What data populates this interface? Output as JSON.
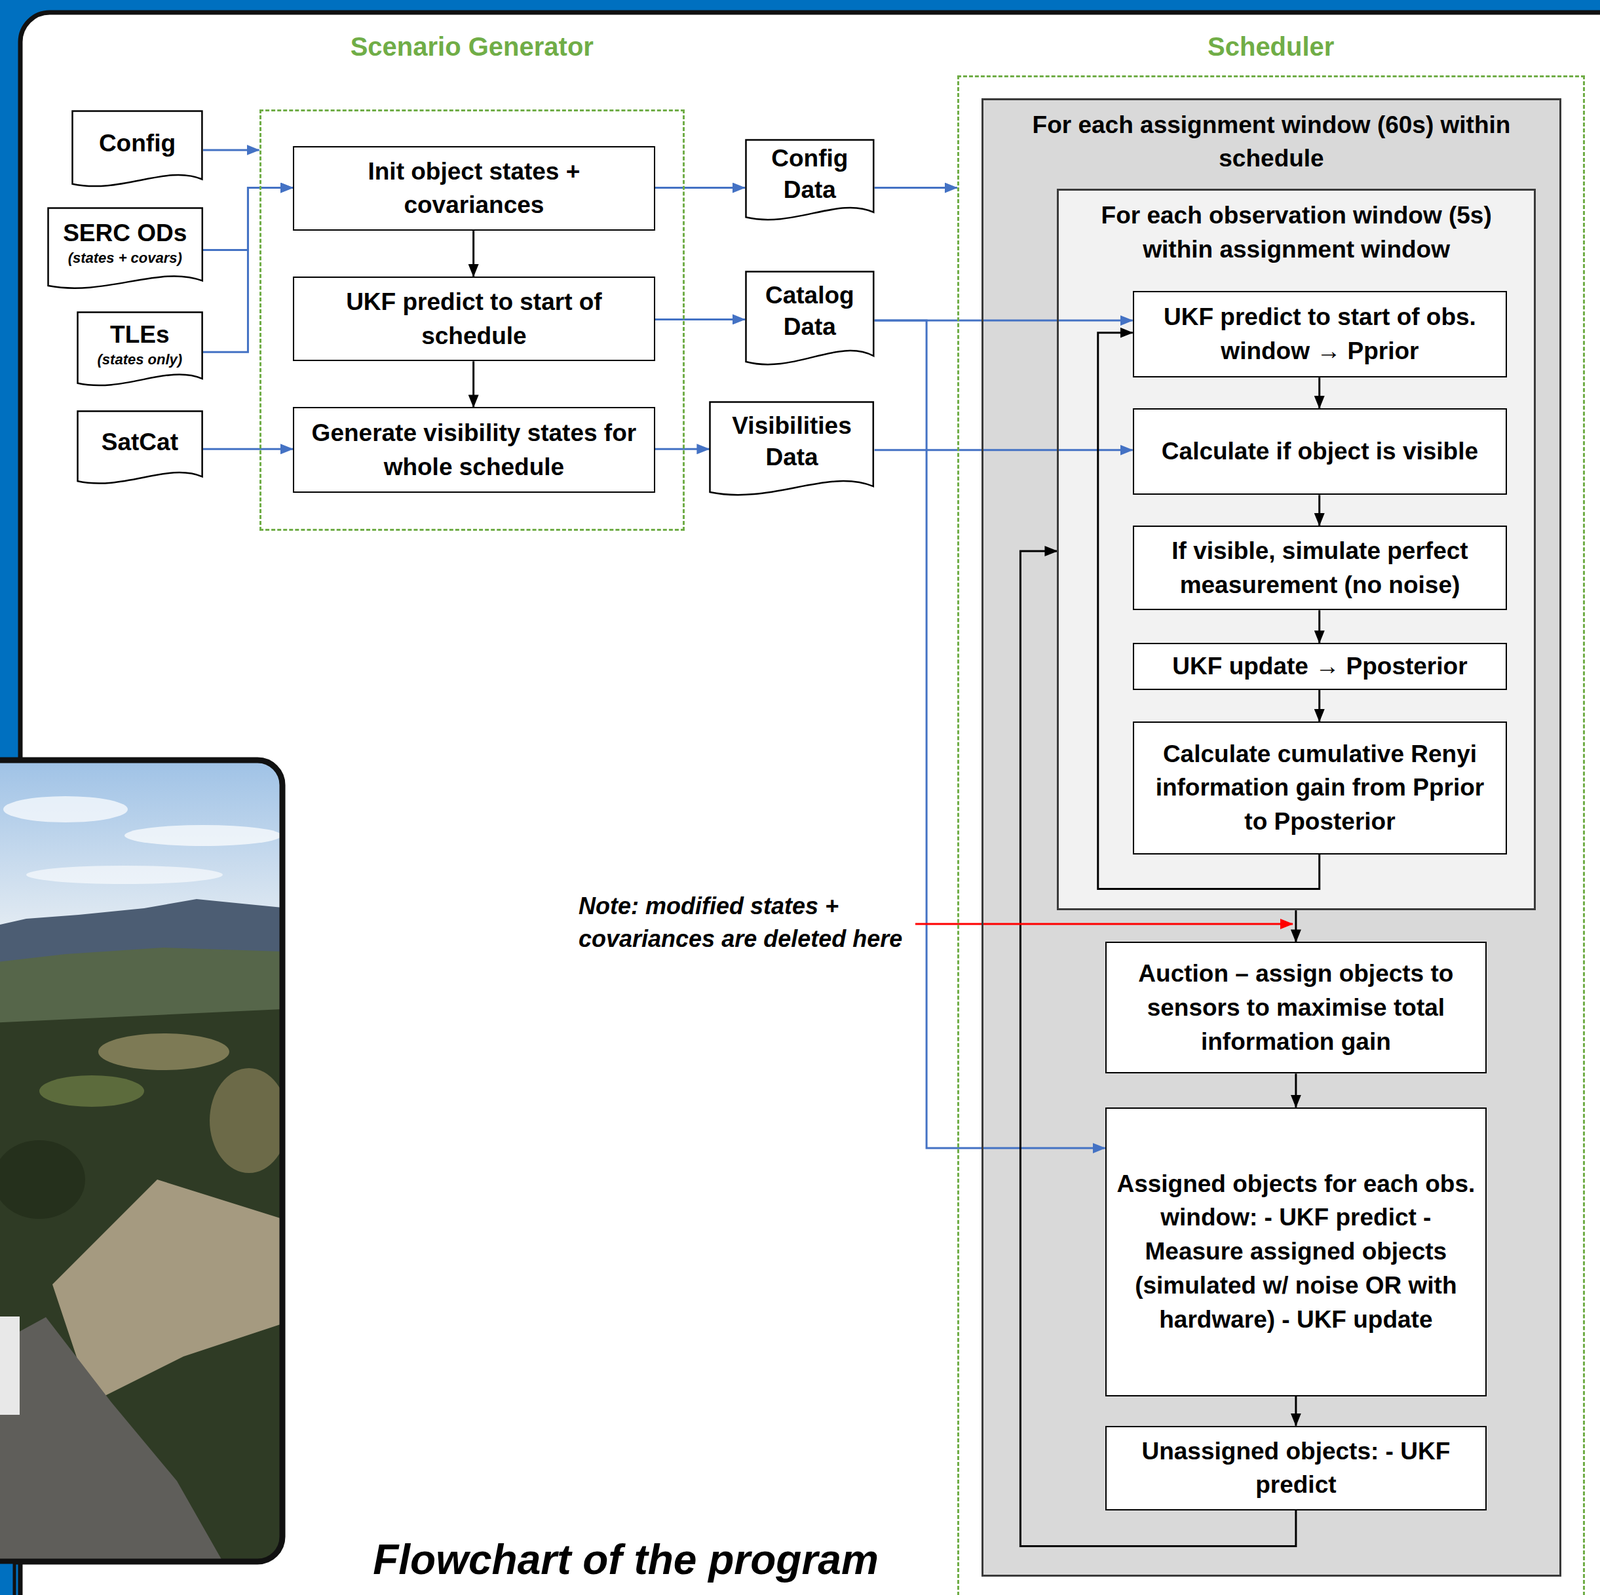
{
  "diagram": {
    "caption": "Flowchart of the program",
    "nodes": [
      {
        "text": [
          "Config"
        ]
      },
      {
        "text": [
          "SERC ODs",
          "(states + covars)"
        ]
      },
      {
        "text": [
          "TLEs",
          "(states only)"
        ]
      },
      {
        "text": [
          "SatCat"
        ]
      },
      {
        "text": [
          "Scenario Generator"
        ]
      },
      {
        "text": [
          "Init object states + covariances"
        ],
        "in": 4
      },
      {
        "text": [
          "UKF predict to start of schedule"
        ],
        "in": 4
      },
      {
        "text": [
          "Generate visibility states for whole schedule"
        ],
        "in": 4
      },
      {
        "text": [
          "Config Data"
        ]
      },
      {
        "text": [
          "Catalog Data"
        ]
      },
      {
        "text": [
          "Visibilities Data"
        ]
      },
      {
        "text": [
          "Scheduler"
        ]
      },
      {
        "text": [
          "For each assignment window (60s) within schedule"
        ],
        "in": 11
      },
      {
        "text": [
          "For each observation window (5s) within assignment window"
        ],
        "in": 12
      },
      {
        "text": [
          "UKF predict to start of obs. window → Pprior"
        ],
        "in": 13
      },
      {
        "text": [
          "Calculate if object is visible"
        ],
        "in": 13
      },
      {
        "text": [
          "If visible, simulate perfect measurement (no noise)"
        ],
        "in": 13
      },
      {
        "text": [
          "UKF update → Pposterior"
        ],
        "in": 13
      },
      {
        "text": [
          "Calculate cumulative Renyi information gain from Pprior to Pposterior"
        ],
        "in": 13
      },
      {
        "text": [
          "Auction – assign objects to sensors to maximise total information gain"
        ],
        "in": 12
      },
      {
        "text": [
          "Assigned objects for each obs. window: - UKF predict - Measure assigned objects (simulated w/ noise OR with hardware) - UKF update"
        ],
        "in": 12
      },
      {
        "text": [
          "Unassigned objects: - UKF predict"
        ],
        "in": 12
      }
    ],
    "edges": [
      {
        "from": 0,
        "to": 4,
        "arrow": "to"
      },
      {
        "from": 1,
        "to": 5,
        "arrow": "to"
      },
      {
        "from": 2,
        "to": 5,
        "arrow": "to"
      },
      {
        "from": 3,
        "to": 7,
        "arrow": "to"
      },
      {
        "from": 5,
        "to": 6,
        "arrow": "to"
      },
      {
        "from": 6,
        "to": 7,
        "arrow": "to"
      },
      {
        "from": 5,
        "to": 8,
        "arrow": "to"
      },
      {
        "from": 6,
        "to": 9,
        "arrow": "to"
      },
      {
        "from": 7,
        "to": 10,
        "arrow": "to"
      },
      {
        "from": 8,
        "to": 11,
        "arrow": "to"
      },
      {
        "from": 9,
        "to": 14,
        "arrow": "to"
      },
      {
        "from": 9,
        "to": 20,
        "arrow": "to"
      },
      {
        "from": 10,
        "to": 15,
        "arrow": "to"
      },
      {
        "from": 14,
        "to": 15,
        "arrow": "to"
      },
      {
        "from": 15,
        "to": 16,
        "arrow": "to"
      },
      {
        "from": 16,
        "to": 17,
        "arrow": "to"
      },
      {
        "from": 17,
        "to": 18,
        "arrow": "to"
      },
      {
        "from": 18,
        "to": 14,
        "arrow": "to"
      },
      {
        "from": 13,
        "to": 19,
        "arrow": "to"
      },
      {
        "from": 19,
        "to": 20,
        "arrow": "to"
      },
      {
        "from": 20,
        "to": 21,
        "arrow": "to"
      },
      {
        "from": 21,
        "to": 13,
        "arrow": "to"
      }
    ],
    "labels": [
      "Note: modified states + covariances are deleted here"
    ]
  }
}
